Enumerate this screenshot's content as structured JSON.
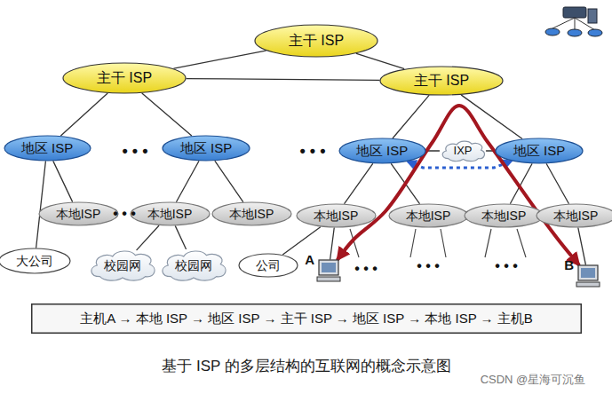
{
  "diagram": {
    "caption": "基于 ISP 的多层结构的互联网的概念示意图",
    "nodes": [
      {
        "text": [
          "主干 ISP"
        ]
      },
      {
        "text": [
          "主干 ISP"
        ]
      },
      {
        "text": [
          "主干 ISP"
        ]
      },
      {
        "text": [
          "地区 ISP"
        ]
      },
      {
        "text": [
          "地区 ISP"
        ]
      },
      {
        "text": [
          "地区 ISP"
        ]
      },
      {
        "text": [
          "IXP"
        ]
      },
      {
        "text": [
          "地区 ISP"
        ]
      },
      {
        "text": [
          "本地ISP"
        ]
      },
      {
        "text": [
          "本地ISP"
        ]
      },
      {
        "text": [
          "本地ISP"
        ]
      },
      {
        "text": [
          "本地ISP"
        ]
      },
      {
        "text": [
          "本地ISP"
        ]
      },
      {
        "text": [
          "本地ISP"
        ]
      },
      {
        "text": [
          "本地ISP"
        ]
      },
      {
        "text": [
          "大公司"
        ]
      },
      {
        "text": [
          "校园网"
        ]
      },
      {
        "text": [
          "校园网"
        ]
      },
      {
        "text": [
          "公司"
        ]
      },
      {
        "text": [
          "A"
        ]
      },
      {
        "text": [
          "B"
        ]
      },
      {
        "text": [
          "主机A → 本地 ISP → 地区 ISP → 主干 ISP → 地区 ISP → 本地 ISP → 主机B"
        ]
      }
    ],
    "edges": [
      {
        "from": 0,
        "to": 1,
        "arrow": "none"
      },
      {
        "from": 0,
        "to": 2,
        "arrow": "none"
      },
      {
        "from": 1,
        "to": 2,
        "arrow": "none"
      },
      {
        "from": 1,
        "to": 3,
        "arrow": "none"
      },
      {
        "from": 1,
        "to": 4,
        "arrow": "none"
      },
      {
        "from": 2,
        "to": 5,
        "arrow": "none"
      },
      {
        "from": 2,
        "to": 7,
        "arrow": "none"
      },
      {
        "from": 5,
        "to": 6,
        "arrow": "none"
      },
      {
        "from": 6,
        "to": 7,
        "arrow": "none"
      },
      {
        "from": 5,
        "to": 7,
        "arrow": "both"
      },
      {
        "from": 3,
        "to": 15,
        "arrow": "none"
      },
      {
        "from": 3,
        "to": 8,
        "arrow": "none"
      },
      {
        "from": 4,
        "to": 9,
        "arrow": "none"
      },
      {
        "from": 4,
        "to": 10,
        "arrow": "none"
      },
      {
        "from": 9,
        "to": 16,
        "arrow": "none"
      },
      {
        "from": 9,
        "to": 17,
        "arrow": "none"
      },
      {
        "from": 11,
        "to": 18,
        "arrow": "none"
      },
      {
        "from": 11,
        "to": 19,
        "arrow": "none"
      },
      {
        "from": 5,
        "to": 11,
        "arrow": "none"
      },
      {
        "from": 5,
        "to": 12,
        "arrow": "none"
      },
      {
        "from": 7,
        "to": 13,
        "arrow": "none"
      },
      {
        "from": 7,
        "to": 14,
        "arrow": "none"
      },
      {
        "from": 14,
        "to": 20,
        "arrow": "none"
      },
      {
        "from": 19,
        "to": 20,
        "arrow": "both"
      }
    ],
    "labels": [
      "• • •",
      "• • •",
      "• • •",
      "• • •",
      "• • •",
      "• • •",
      "CSDN @星海可沉鱼"
    ]
  }
}
